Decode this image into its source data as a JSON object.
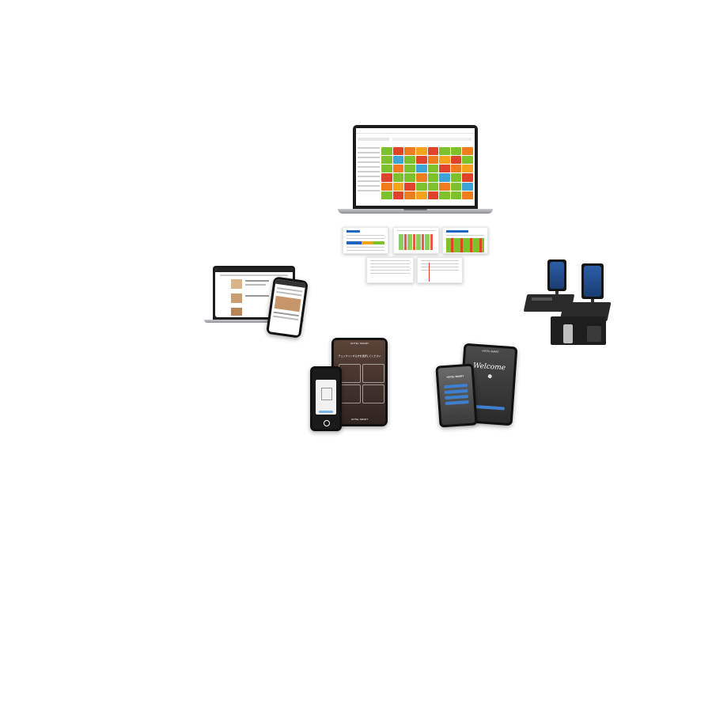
{
  "devices": {
    "pms_laptop": {
      "name": "pms-laptop"
    },
    "booking_laptop": {
      "name": "booking-laptop"
    },
    "checkin_tablet": {
      "header": "HOTEL SMART",
      "headline": "チェックインする方を選択してください",
      "footer": "HOTEL SMART"
    },
    "welcome_tablet": {
      "brand": "HOTEL SMART",
      "welcome_text": "Welcome"
    },
    "small_tablet": {
      "brand": "HOTEL SMART"
    }
  },
  "colors": {
    "accent": "#1f66c4",
    "green": "#7dc12c",
    "orange": "#ee7d1f",
    "red": "#e0432b",
    "blue": "#3ea4d3",
    "yellow": "#f5a31c"
  }
}
